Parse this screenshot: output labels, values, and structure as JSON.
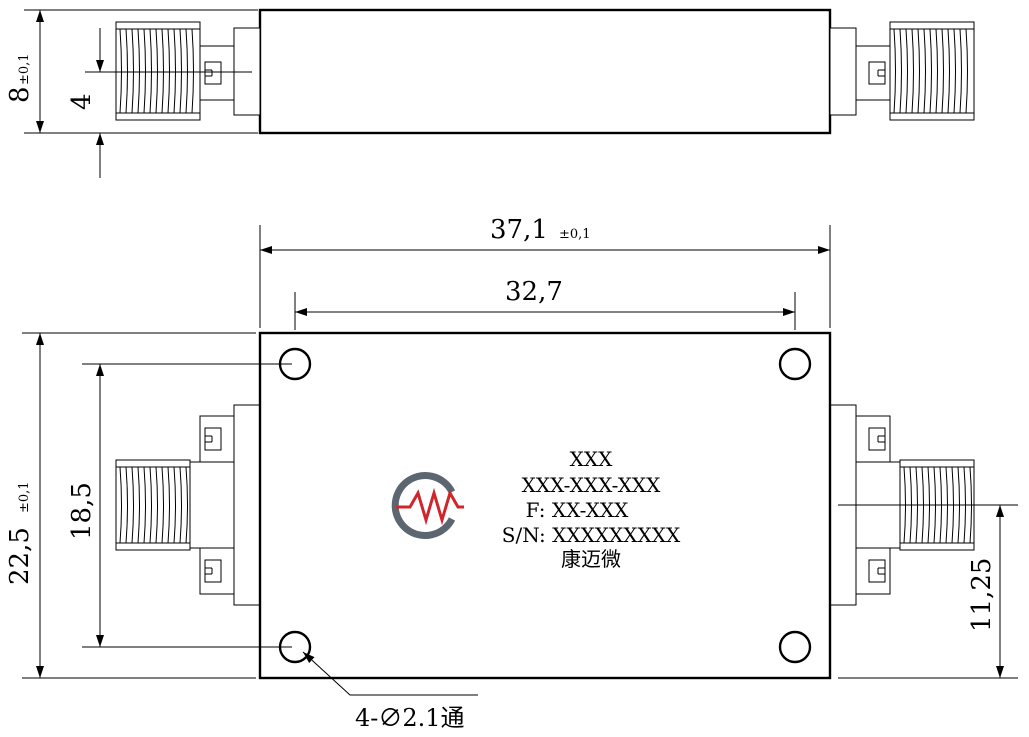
{
  "dimensions": {
    "side_height": {
      "value": "8",
      "tolerance": "±0,1"
    },
    "connector_height": {
      "value": "4"
    },
    "length": {
      "value": "37,1",
      "tolerance": "±0,1"
    },
    "hole_spacing_x": {
      "value": "32,7"
    },
    "width": {
      "value": "22,5",
      "tolerance": "±0,1"
    },
    "hole_spacing_y": {
      "value": "18,5"
    },
    "connector_offset": {
      "value": "11,25"
    },
    "hole_note": "4-∅2.1通"
  },
  "label": {
    "line1": "XXX",
    "line2": "XXX-XXX-XXX",
    "line3": "F: XX-XXX",
    "line4": "S/N: XXXXXXXXX",
    "line5": "康迈微"
  },
  "colors": {
    "logo_gray": "#5b6670",
    "logo_red": "#d0262b"
  }
}
